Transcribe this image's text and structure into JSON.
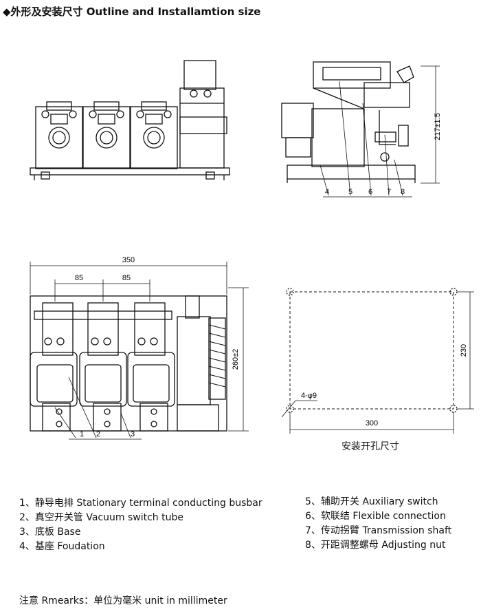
{
  "title": "◆外形及安装尺寸 Outline and Installamtion size",
  "dimensions": {
    "height_side": "217±1.5",
    "width_total": "350",
    "pitch_1": "85",
    "pitch_2": "85",
    "height_front": "260±2",
    "hole_spec": "4-φ9",
    "hole_width": "300",
    "hole_height": "230"
  },
  "callouts": {
    "side": [
      "4",
      "5",
      "6",
      "7",
      "8"
    ],
    "front": [
      "1",
      "2",
      "3"
    ]
  },
  "caption": "安装开孔尺寸",
  "legend_left": [
    "1、静导电排 Stationary terminal conducting busbar",
    "2、真空开关管 Vacuum switch tube",
    "3、底板 Base",
    "4、基座 Foudation"
  ],
  "legend_right": [
    "5、辅助开关 Auxiliary switch",
    "6、软联结 Flexible connection",
    "7、传动拐臂 Transmission shaft",
    "8、开距调整螺母 Adjusting nut"
  ],
  "remark": "注意 Rmearks：单位为毫米 unit in millimeter"
}
